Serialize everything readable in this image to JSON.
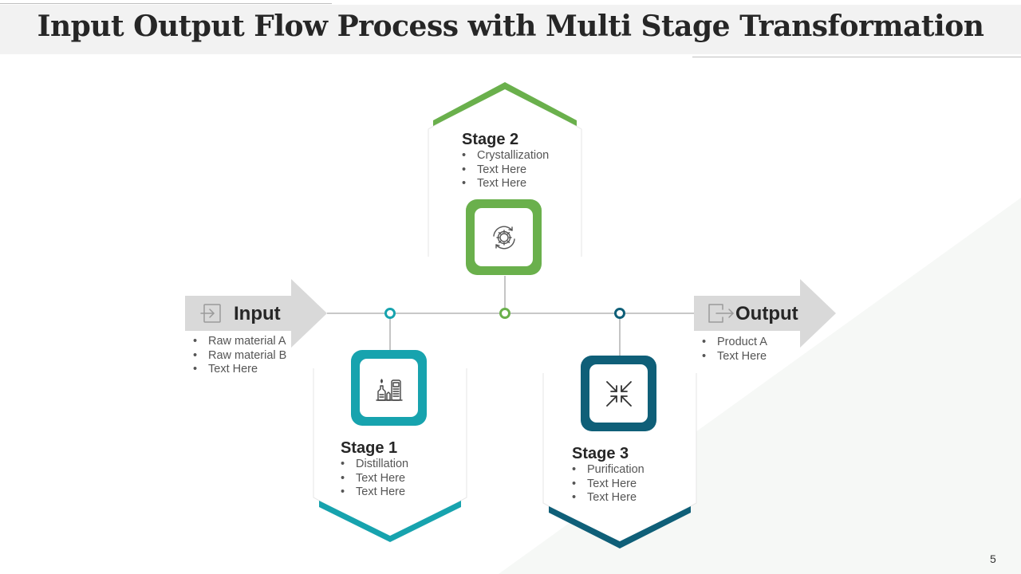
{
  "title": "Input Output Flow Process with Multi Stage Transformation",
  "colors": {
    "teal": "#17a3ae",
    "green": "#6ab04c",
    "navy": "#0f5f78",
    "arrow_gray": "#d9d9d9",
    "title_bg": "#f2f2f2"
  },
  "input": {
    "label": "Input",
    "icon": "enter-icon",
    "items": [
      "Raw material A",
      "Raw material B",
      "Text Here"
    ]
  },
  "output": {
    "label": "Output",
    "icon": "exit-icon",
    "items": [
      "Product A",
      "Text Here"
    ]
  },
  "stages": [
    {
      "label": "Stage 1",
      "icon": "distillation-apparatus-icon",
      "items": [
        "Distillation",
        "Text Here",
        "Text Here"
      ]
    },
    {
      "label": "Stage 2",
      "icon": "gear-cycle-icon",
      "items": [
        "Crystallization",
        "Text Here",
        "Text Here"
      ]
    },
    {
      "label": "Stage 3",
      "icon": "compress-arrows-icon",
      "items": [
        "Purification",
        "Text Here",
        "Text Here"
      ]
    }
  ],
  "page_number": "5"
}
